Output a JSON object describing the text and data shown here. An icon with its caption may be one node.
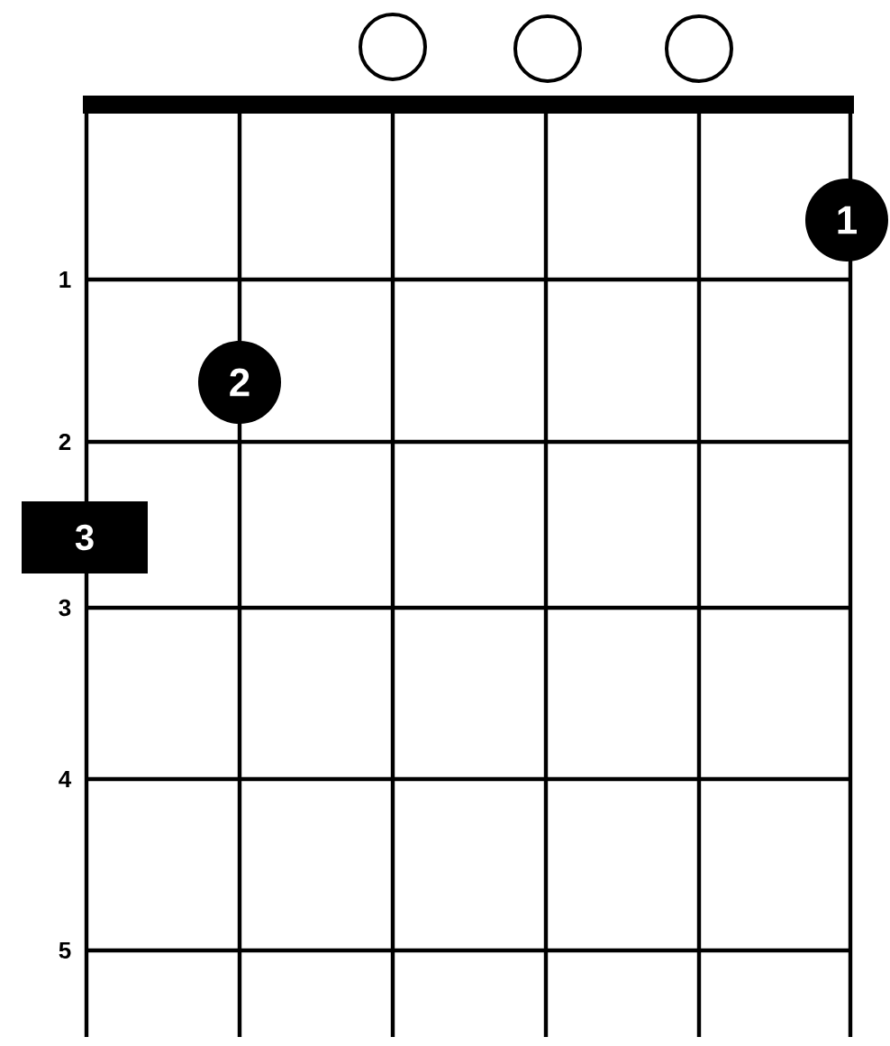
{
  "diagram": {
    "nodes": [
      {
        "text": [],
        "shape": "circle"
      },
      {
        "text": [],
        "shape": "circle"
      },
      {
        "text": [],
        "shape": "circle"
      },
      {
        "text": [
          "1"
        ]
      },
      {
        "text": [
          "2"
        ]
      },
      {
        "text": [
          "3"
        ]
      }
    ],
    "labels": [
      "1",
      "2",
      "3",
      "4",
      "5"
    ]
  }
}
